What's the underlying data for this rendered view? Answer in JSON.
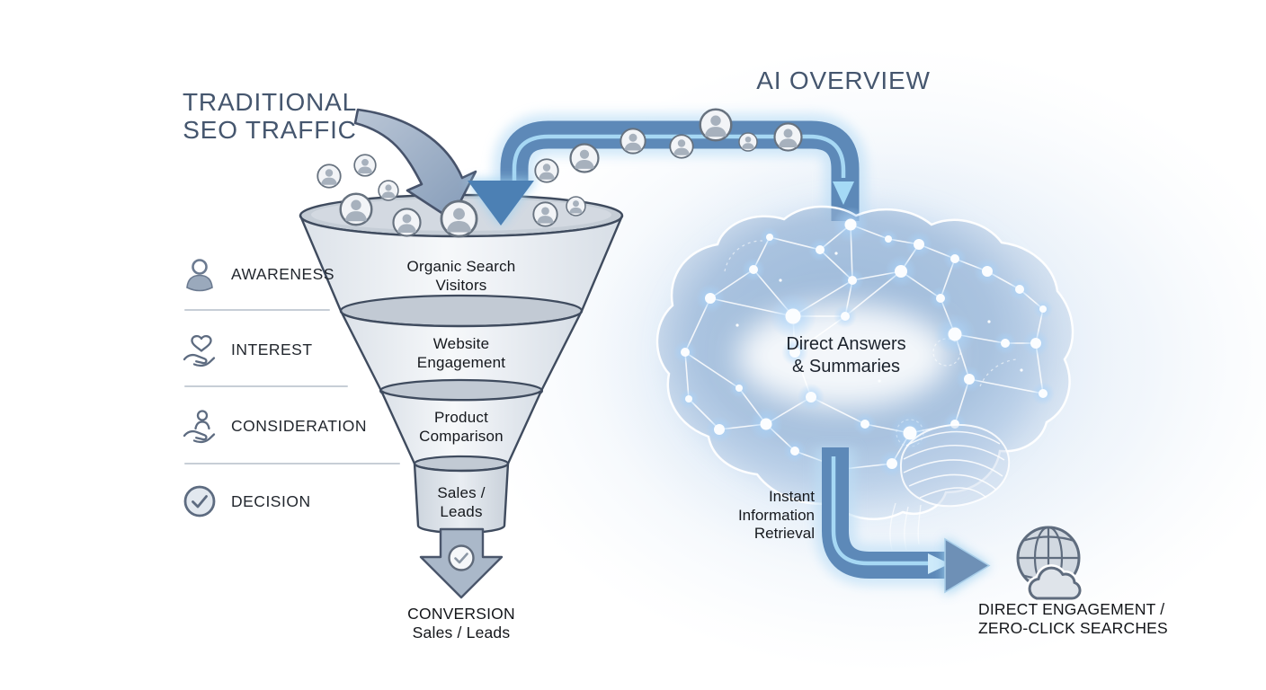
{
  "header": {
    "left_title": "TRADITIONAL\nSEO TRAFFIC",
    "right_title": "AI OVERVIEW"
  },
  "journey_stages": [
    {
      "label": "AWARENESS",
      "icon": "person-icon"
    },
    {
      "label": "INTEREST",
      "icon": "hand-heart-icon"
    },
    {
      "label": "CONSIDERATION",
      "icon": "hand-person-icon"
    },
    {
      "label": "DECISION",
      "icon": "check-circle-icon"
    }
  ],
  "funnel": {
    "levels": [
      "Organic Search\nVisitors",
      "Website\nEngagement",
      "Product\nComparison",
      "Sales /\nLeads"
    ],
    "outcome": "CONVERSION\nSales / Leads",
    "inflow_icon": "curved-arrow-icon",
    "conversion_icon": "check-circle-icon"
  },
  "ai": {
    "brain_label": "Direct Answers\n& Summaries",
    "retrieval_label": "Instant\nInformation\nRetrieval",
    "outcome_label": "DIRECT ENGAGEMENT /\nZERO-CLICK SEARCHES",
    "outcome_icon": "globe-cloud-icon",
    "flow_icon": "pipe-arrow-icon"
  },
  "colors": {
    "title_text": "#45566e",
    "pipe_blue": "#5d89b8",
    "pipe_highlight": "#aadcf7",
    "arrow_gray": "#9fb1c5",
    "funnel_fill": "#eef1f5",
    "funnel_rim": "#c3cbd5",
    "glow": "#bfe0f8",
    "body_text": "#15181d"
  }
}
